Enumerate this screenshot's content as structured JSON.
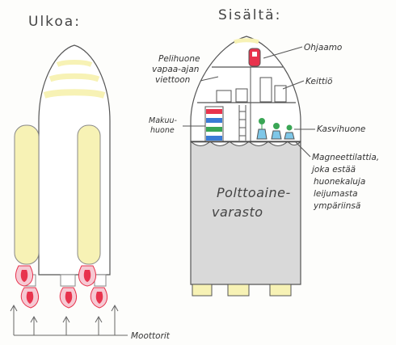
{
  "diagram": {
    "title_outside": "Ulkoa:",
    "title_inside": "Sisältä:",
    "labels": {
      "cockpit": "Ohjaamo",
      "game_room": [
        "Pelihuone",
        "vapaa-ajan",
        "viettoon"
      ],
      "kitchen": "Keittiö",
      "bedroom": [
        "Makuu-",
        "huone"
      ],
      "greenhouse": "Kasvihuone",
      "magnet_floor": [
        "Magneettilattia,",
        "joka estää",
        "huonekaluja",
        "leijumasta",
        "ympäriinsä"
      ],
      "fuel_tank": [
        "Polttoaine-",
        "varasto"
      ],
      "engines": "Moottorit"
    },
    "colors": {
      "pale_yellow": "#f7f2b5",
      "gray": "#d9d9d9",
      "flame_red": "#e8334d",
      "flame_pink": "#f6c9d3",
      "outline": "#555555"
    }
  }
}
